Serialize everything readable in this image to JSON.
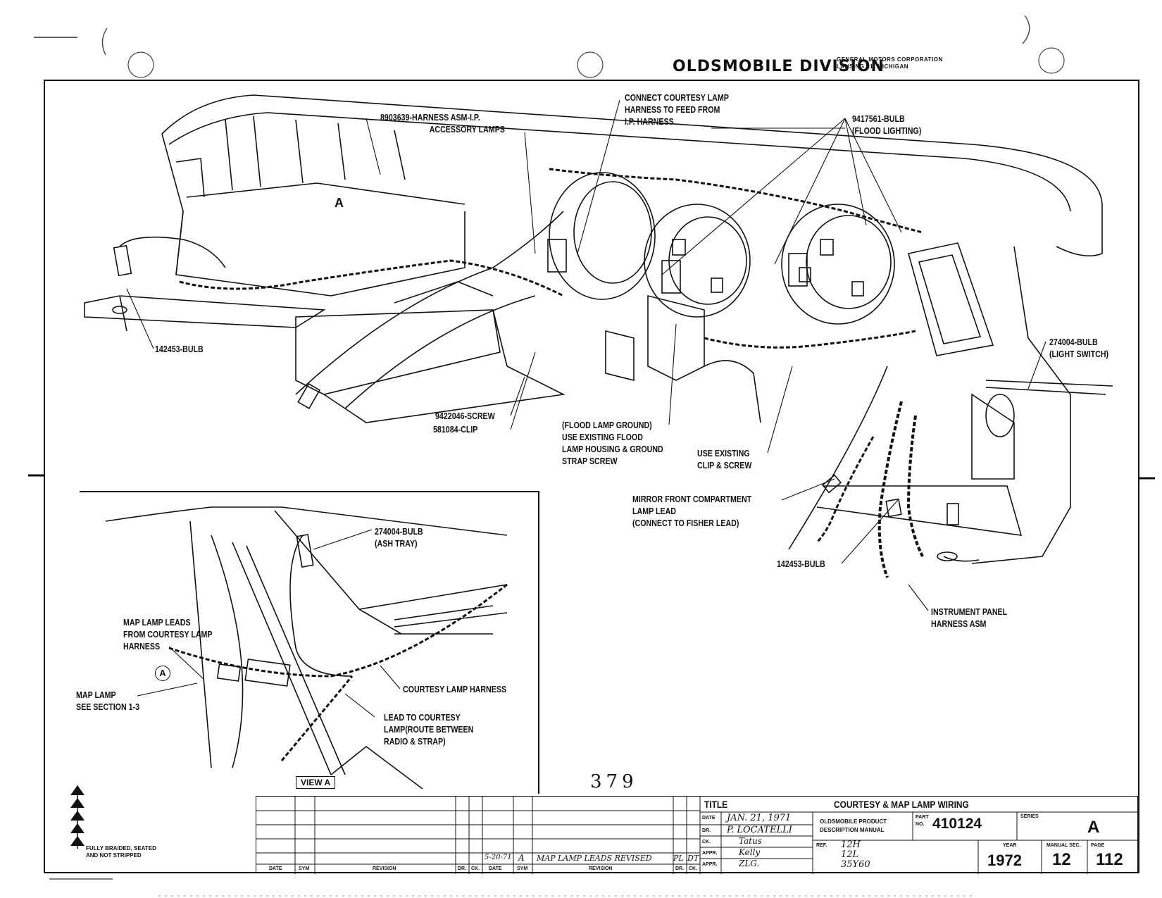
{
  "header": {
    "division": "OLDSMOBILE DIVISION",
    "corp_line1": "GENERAL MOTORS CORPORATION",
    "corp_line2": "LANSING 21, MICHIGAN"
  },
  "callouts": {
    "harness_asm_1": "8903639-HARNESS ASM-I.P.",
    "harness_asm_2": "ACCESSORY LAMPS",
    "connect_1": "CONNECT COURTESY LAMP",
    "connect_2": "HARNESS TO FEED FROM",
    "connect_3": "I.P. HARNESS",
    "flood_bulb_1": "9417561-BULB",
    "flood_bulb_2": "(FLOOD LIGHTING)",
    "marker_a": "A",
    "bulb_left": "142453-BULB",
    "light_switch_1": "274004-BULB",
    "light_switch_2": "(LIGHT SWITCH)",
    "screw": "9422046-SCREW",
    "clip": "581084-CLIP",
    "flood_ground_1": "(FLOOD LAMP GROUND)",
    "flood_ground_2": "USE EXISTING FLOOD",
    "flood_ground_3": "LAMP HOUSING & GROUND",
    "flood_ground_4": "STRAP SCREW",
    "existing_clip_1": "USE EXISTING",
    "existing_clip_2": "CLIP & SCREW",
    "mirror_1": "MIRROR FRONT COMPARTMENT",
    "mirror_2": "LAMP LEAD",
    "mirror_3": "(CONNECT TO FISHER LEAD)",
    "bulb_bottom": "142453-BULB",
    "ip_harness_1": "INSTRUMENT PANEL",
    "ip_harness_2": "HARNESS ASM"
  },
  "inset": {
    "ash_bulb_1": "274004-BULB",
    "ash_bulb_2": "(ASH TRAY)",
    "map_leads_1": "MAP LAMP LEADS",
    "map_leads_2": "FROM COURTESY LAMP",
    "map_leads_3": "HARNESS",
    "circle_a": "A",
    "map_lamp_1": "MAP LAMP",
    "map_lamp_2": "SEE SECTION 1-3",
    "courtesy_harness": "COURTESY LAMP HARNESS",
    "lead_1": "LEAD TO COURTESY",
    "lead_2": "LAMP(ROUTE BETWEEN",
    "lead_3": "RADIO & STRAP)",
    "view_label": "VIEW A"
  },
  "page_number_handwritten": "379",
  "legend_note_1": "FULLY BRAIDED, SEATED",
  "legend_note_2": "AND NOT STRIPPED",
  "title_block": {
    "title_label": "TITLE",
    "title": "COURTESY & MAP LAMP WIRING",
    "date_label": "DATE",
    "date_value": "JAN. 21, 1971",
    "dr_label": "DR.",
    "dr_value": "P. LOCATELLI",
    "ck_label": "CK.",
    "ck_value": "Tatus",
    "appr1_label": "APPR.",
    "appr1_value": "Kelly",
    "appr2_label": "APPR.",
    "appr2_value": "ZLG.",
    "manual_1": "OLDSMOBILE PRODUCT",
    "manual_2": "DESCRIPTION MANUAL",
    "part_label_1": "PART",
    "part_label_2": "NO.",
    "part_no": "410124",
    "series_label": "SERIES",
    "series_value": "A",
    "ref_label": "REF.",
    "ref_1": "12H",
    "ref_2": "12L",
    "ref_3": "35Y60",
    "year_label": "YEAR",
    "year_value": "1972",
    "manual_sec_label": "MANUAL SEC.",
    "manual_sec_value": "12",
    "page_label": "PAGE",
    "page_value": "112",
    "rev_headers": [
      "DATE",
      "SYM",
      "REVISION",
      "DR.",
      "CK.",
      "DATE",
      "SYM",
      "REVISION",
      "DR.",
      "CK."
    ],
    "rev_entry_date": "5-20-71",
    "rev_entry_sym": "A",
    "rev_entry_text": "MAP LAMP LEADS REVISED",
    "rev_entry_dr": "PL",
    "rev_entry_ck": "DT"
  }
}
